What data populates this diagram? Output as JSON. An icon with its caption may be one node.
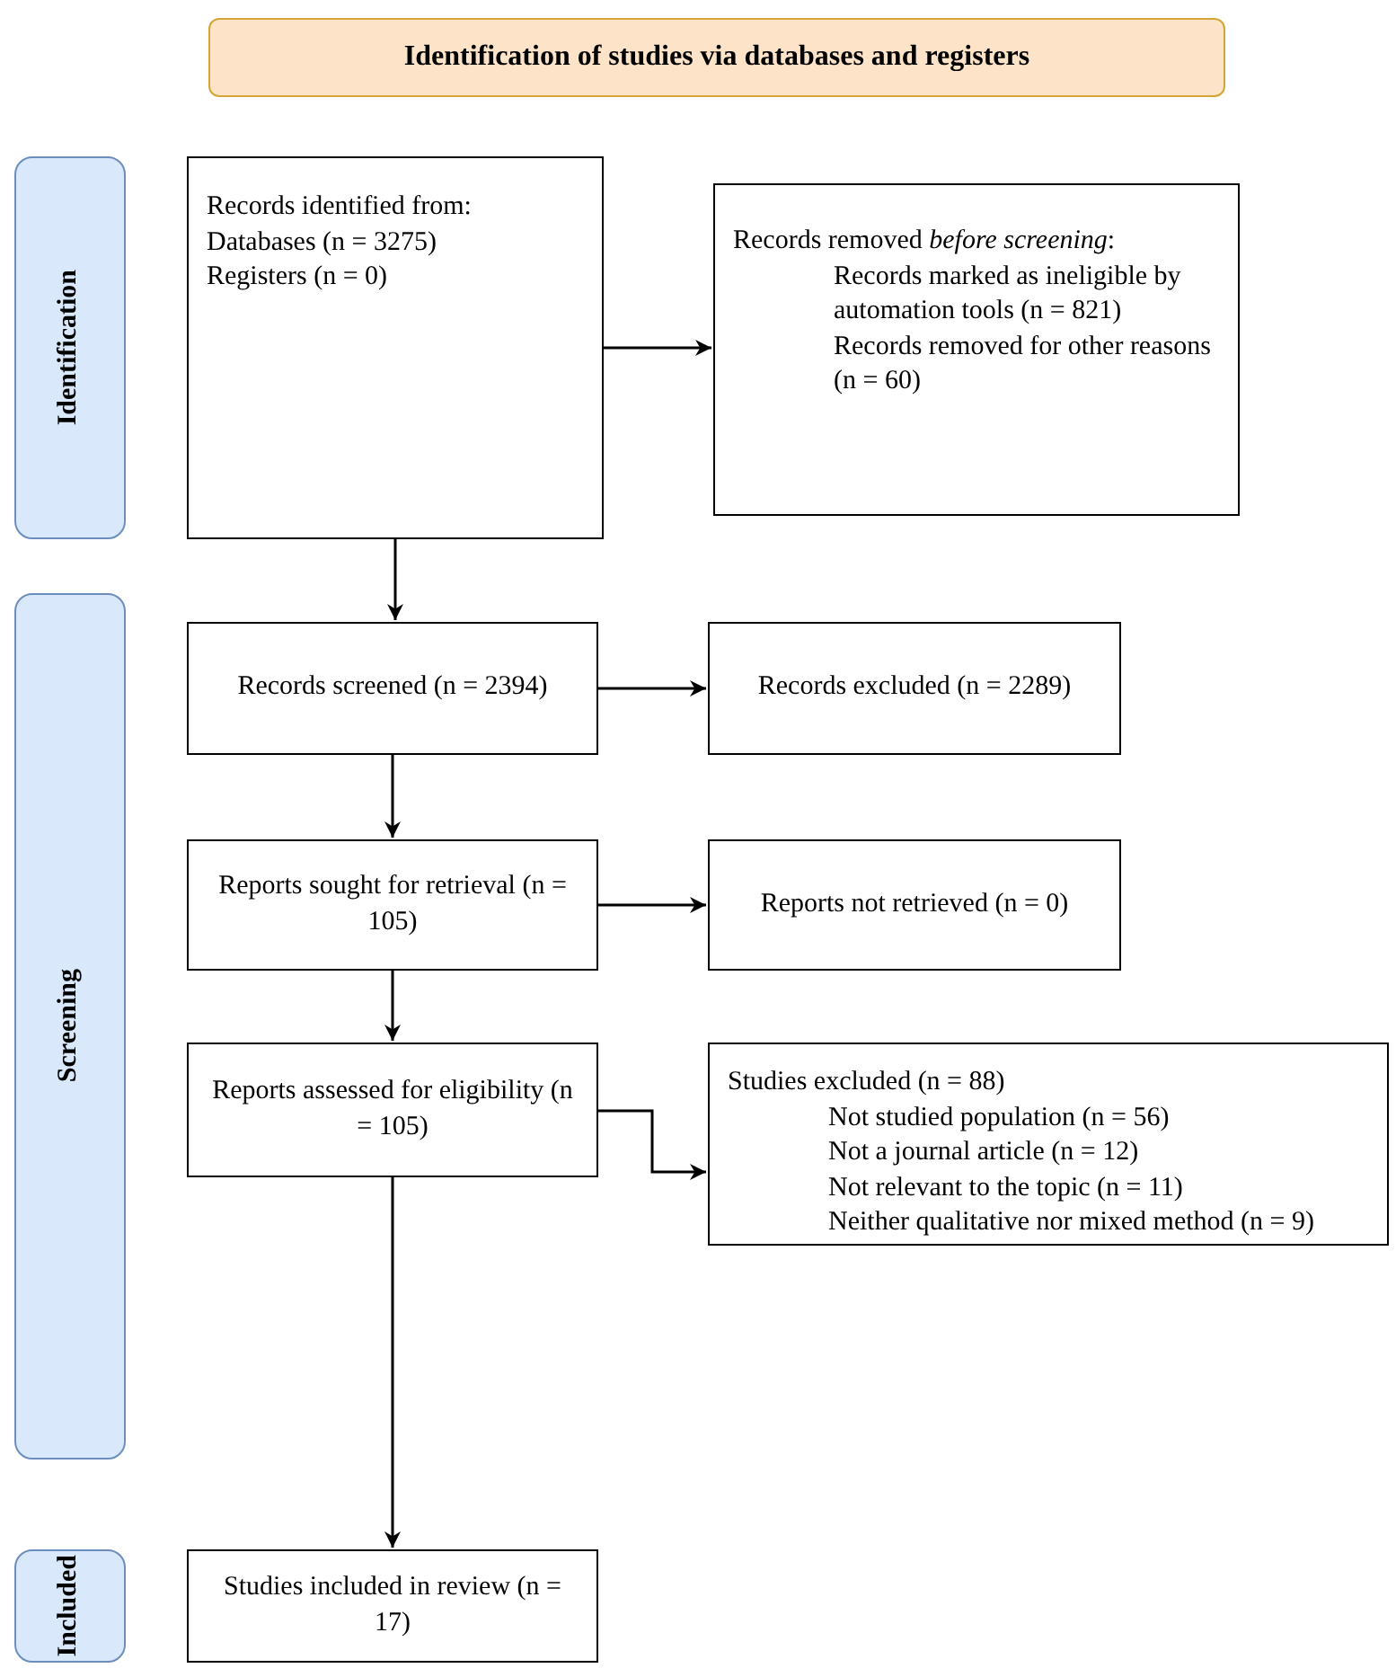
{
  "diagram": {
    "nodes": [
      {
        "text": [
          "Identification of studies via databases and registers"
        ]
      },
      {
        "text": [
          "Identification"
        ]
      },
      {
        "text": [
          "Screening"
        ]
      },
      {
        "text": [
          "Included"
        ]
      },
      {
        "text": [
          "Records identified from:",
          "Databases (n = 3275)",
          "Registers (n = 0)"
        ]
      },
      {
        "text": [
          "Records removed *before screening*:",
          "Records marked as ineligible by automation tools (n = 821)",
          "Records removed for other reasons (n = 60)"
        ]
      },
      {
        "text": [
          "Records screened (n = 2394)"
        ]
      },
      {
        "text": [
          "Records excluded (n = 2289)"
        ]
      },
      {
        "text": [
          "Reports sought for retrieval (n = 105)"
        ]
      },
      {
        "text": [
          "Reports not retrieved (n = 0)"
        ]
      },
      {
        "text": [
          "Reports assessed for eligibility (n = 105)"
        ]
      },
      {
        "text": [
          "Studies excluded (n = 88)",
          "Not studied population (n = 56)",
          "Not a journal article (n = 12)",
          "Not relevant to the topic (n = 11)",
          "Neither qualitative nor mixed method (n = 9)"
        ]
      },
      {
        "text": [
          "Studies included in review (n = 17)"
        ]
      }
    ],
    "edges": [
      {
        "from": 4,
        "to": 5,
        "arrow": "to"
      },
      {
        "from": 4,
        "to": 6,
        "arrow": "to"
      },
      {
        "from": 6,
        "to": 7,
        "arrow": "to"
      },
      {
        "from": 6,
        "to": 8,
        "arrow": "to"
      },
      {
        "from": 8,
        "to": 9,
        "arrow": "to"
      },
      {
        "from": 8,
        "to": 10,
        "arrow": "to"
      },
      {
        "from": 10,
        "to": 11,
        "arrow": "to"
      },
      {
        "from": 10,
        "to": 12,
        "arrow": "to"
      }
    ]
  }
}
